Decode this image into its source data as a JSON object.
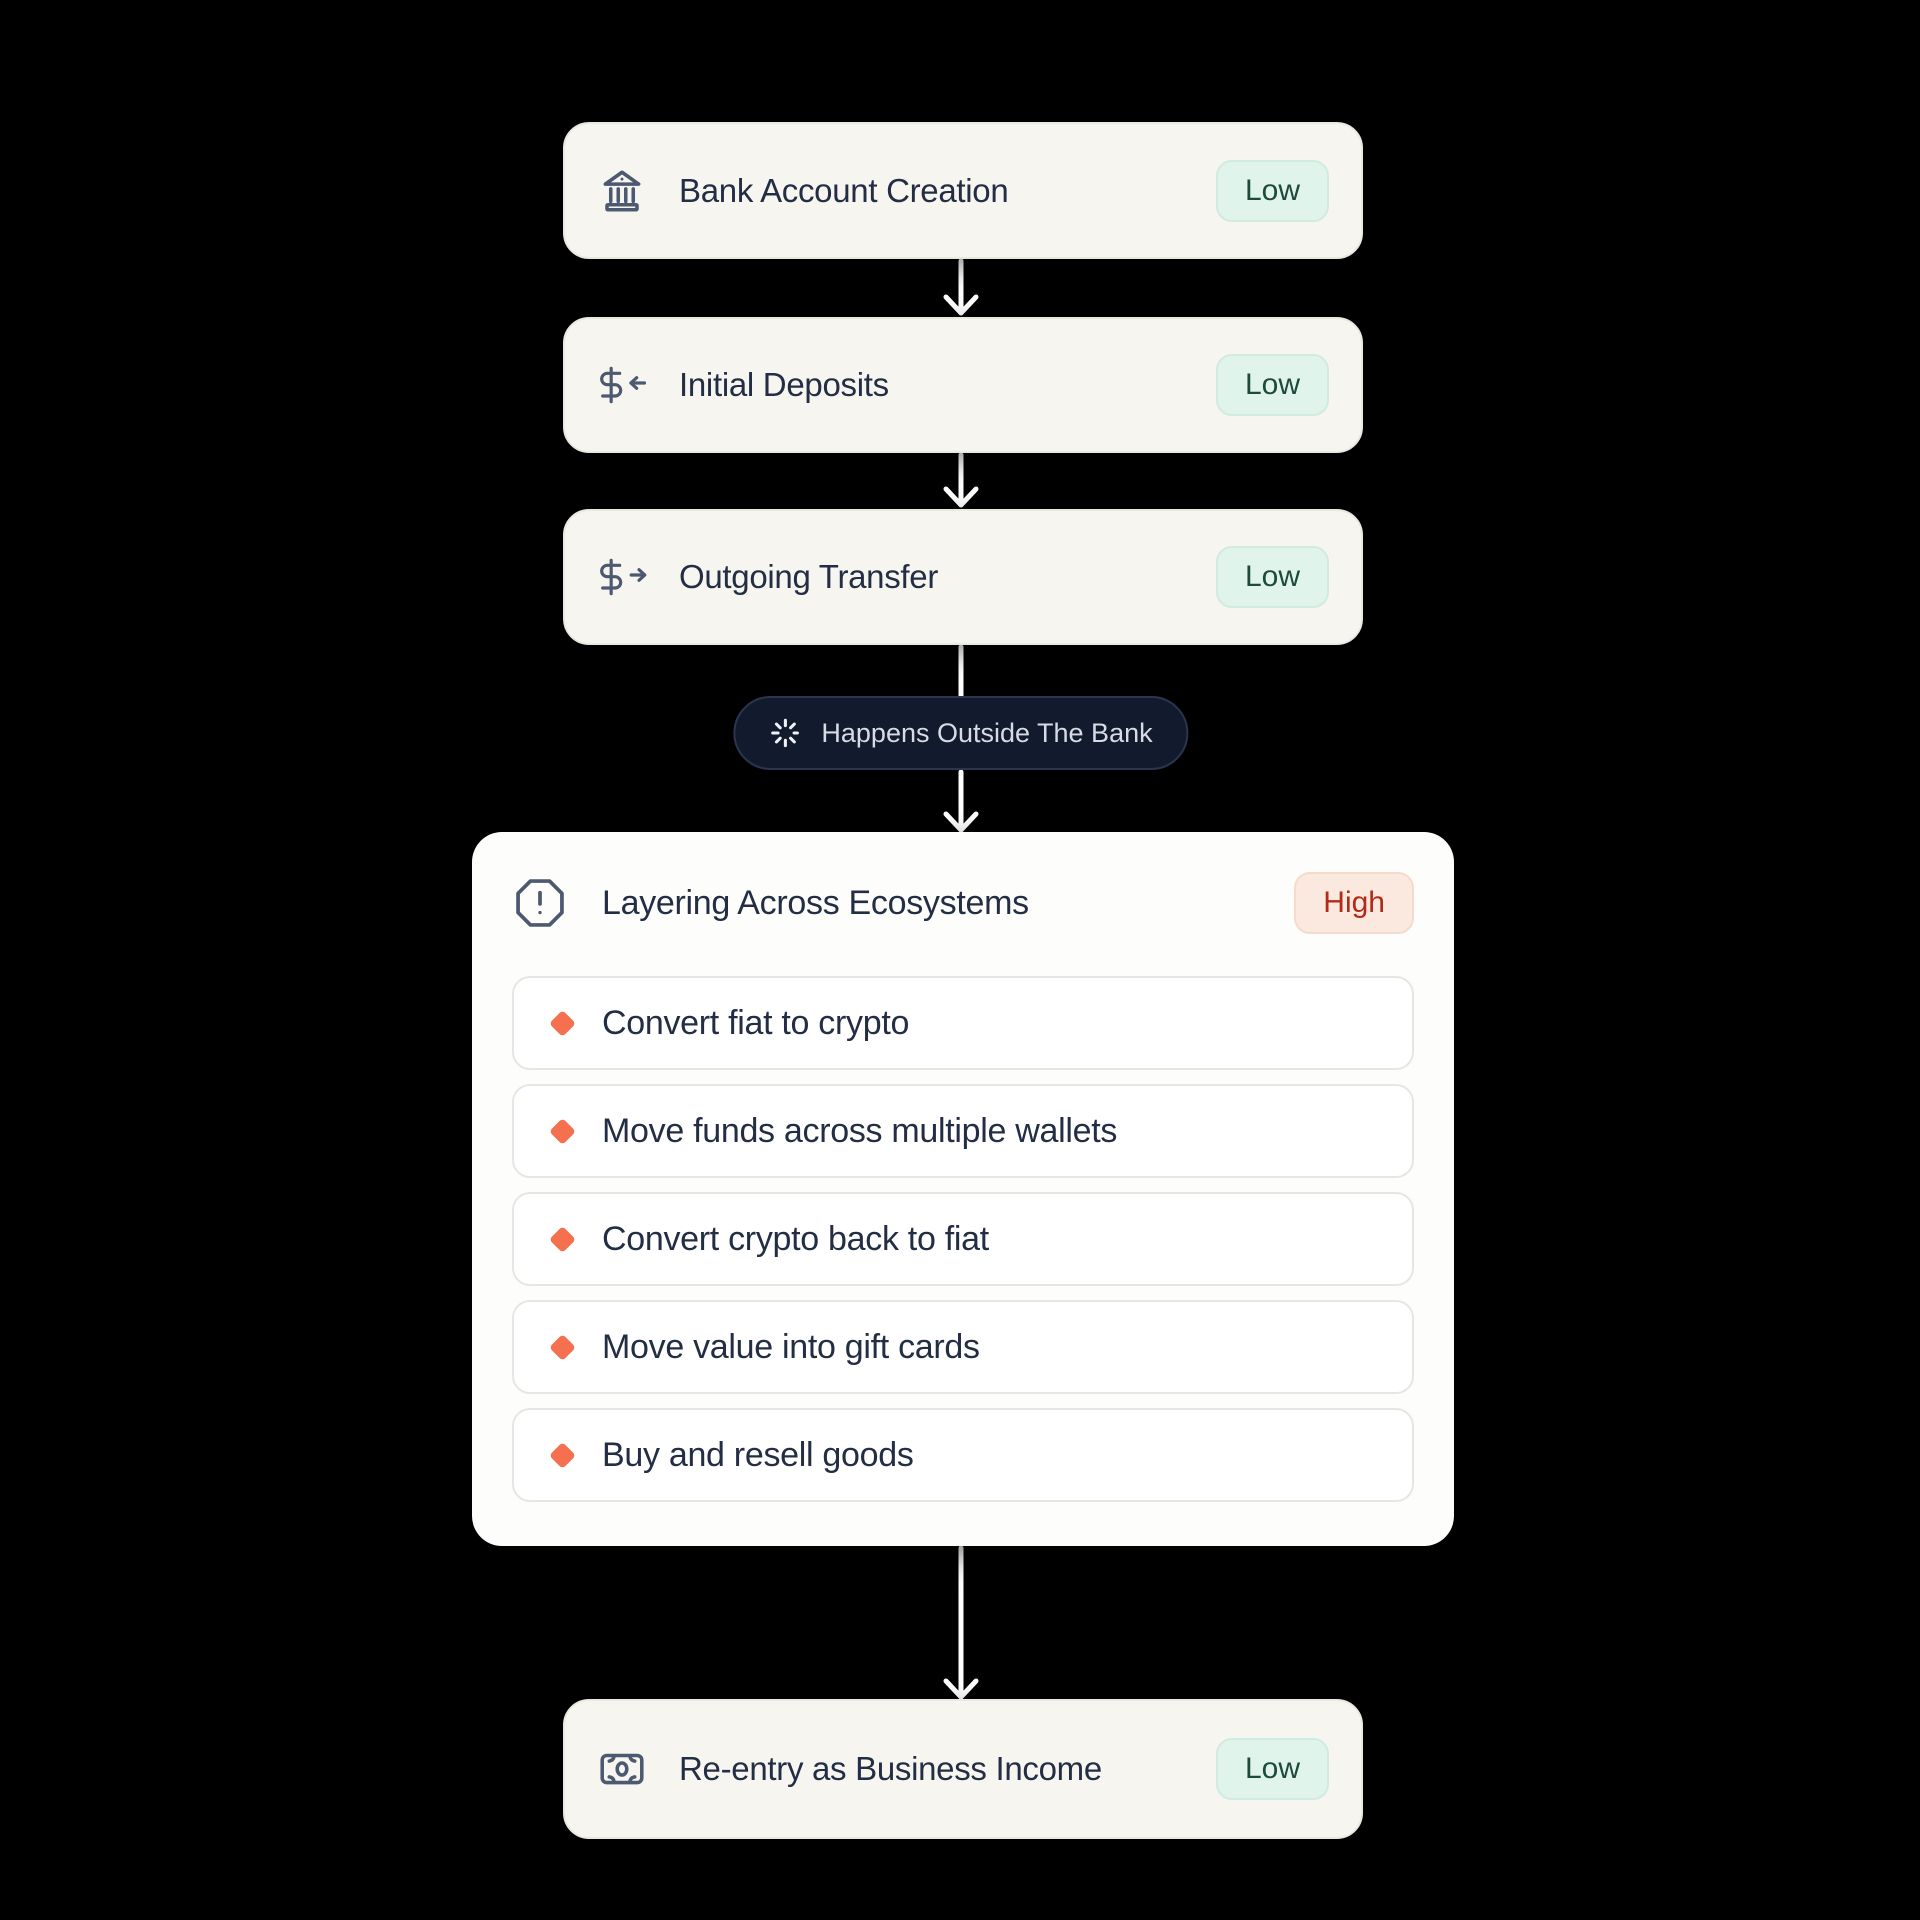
{
  "colors": {
    "background": "#000000",
    "card-bg": "#f6f5f0",
    "card-border": "#e9e8e1",
    "panel-bg": "#fdfdfb",
    "item-bg": "#ffffff",
    "item-border": "#e7e6e2",
    "text-primary": "#232e45",
    "icon": "#4d5970",
    "low-bg": "#e0f4ec",
    "low-text": "#1d4a3d",
    "low-border": "#cfecdf",
    "high-bg": "#fbe9e0",
    "high-text": "#b32a18",
    "high-border": "#f5dbcb",
    "pill-bg": "#121a2d",
    "pill-border": "#2c354d",
    "pill-text": "#d6dbe4",
    "diamond": "#f4704e",
    "arrow": "#ffffff"
  },
  "nodes": [
    {
      "label": "Bank Account Creation",
      "badge": "Low",
      "icon": "bank-landmark-icon"
    },
    {
      "label": "Initial Deposits",
      "badge": "Low",
      "icon": "dollar-arrow-in-icon"
    },
    {
      "label": "Outgoing Transfer",
      "badge": "Low",
      "icon": "dollar-arrow-out-icon"
    }
  ],
  "outside_pill": {
    "label": "Happens Outside The Bank",
    "icon": "loader-spinner-icon"
  },
  "risk_card": {
    "title": "Layering Across Ecosystems",
    "badge": "High",
    "icon": "alert-octagon-icon",
    "items": [
      "Convert fiat to crypto",
      "Move funds across multiple wallets",
      "Convert crypto back to fiat",
      "Move value into gift cards",
      "Buy and resell goods"
    ]
  },
  "end_node": {
    "label": "Re-entry as Business Income",
    "badge": "Low",
    "icon": "banknote-icon"
  }
}
